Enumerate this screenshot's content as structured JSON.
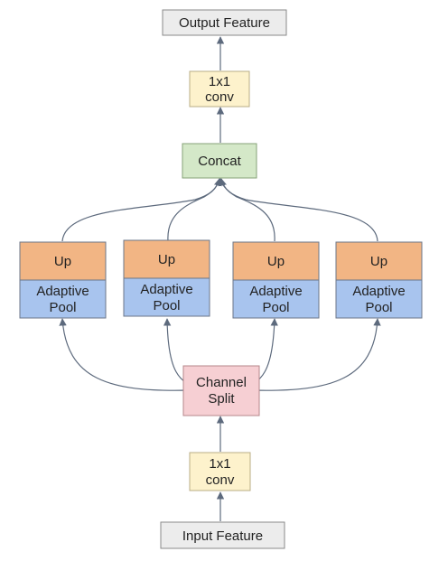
{
  "nodes": {
    "output_feature": {
      "label": "Output Feature"
    },
    "conv_top": {
      "lines": [
        "1x1",
        "conv"
      ]
    },
    "concat": {
      "label": "Concat"
    },
    "branches": [
      {
        "up_label": "Up",
        "pool_lines": [
          "Adaptive",
          "Pool"
        ]
      },
      {
        "up_label": "Up",
        "pool_lines": [
          "Adaptive",
          "Pool"
        ]
      },
      {
        "up_label": "Up",
        "pool_lines": [
          "Adaptive",
          "Pool"
        ]
      },
      {
        "up_label": "Up",
        "pool_lines": [
          "Adaptive",
          "Pool"
        ]
      }
    ],
    "channel_split": {
      "lines": [
        "Channel",
        "Split"
      ]
    },
    "conv_bottom": {
      "lines": [
        "1x1",
        "conv"
      ]
    },
    "input_feature": {
      "label": "Input Feature"
    }
  },
  "colors": {
    "gray_fill": "#ececec",
    "gray_stroke": "#8a8a8a",
    "conv_fill": "#fdf2cc",
    "conv_stroke": "#b9ad86",
    "concat_fill": "#d4e8c8",
    "concat_stroke": "#86a277",
    "up_fill": "#f2b584",
    "pool_fill": "#a8c4ee",
    "branch_stroke": "#6b7688",
    "split_fill": "#f6cfd3",
    "split_stroke": "#b6878b",
    "edge": "#5d6a7d"
  }
}
